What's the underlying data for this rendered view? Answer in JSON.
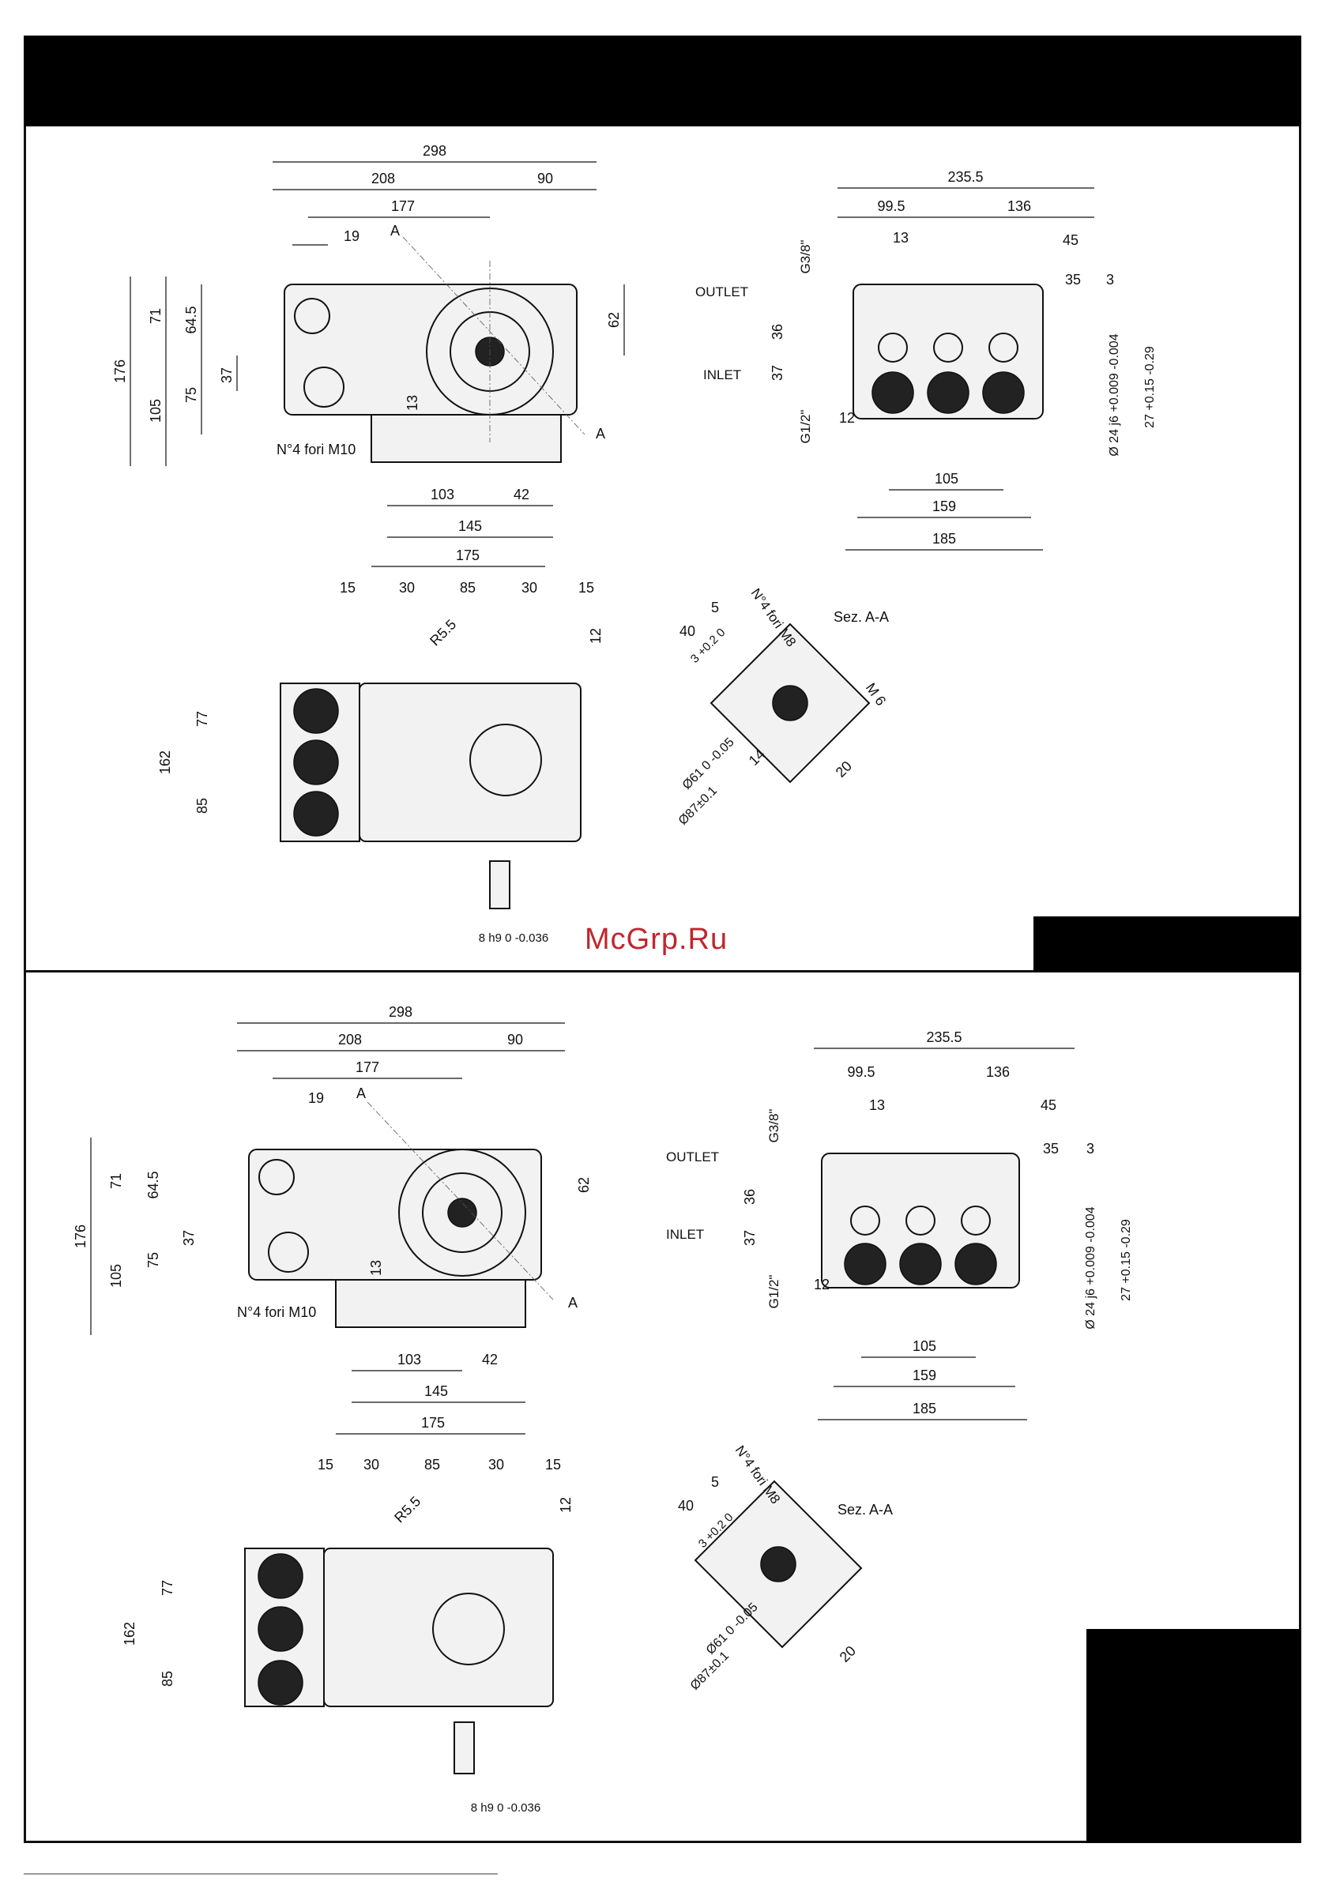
{
  "watermark": "McGrp.Ru",
  "dims": {
    "total_length": "298",
    "len_208": "208",
    "len_90": "90",
    "len_177": "177",
    "len_19": "19",
    "height_176": "176",
    "h_71": "71",
    "h_64_5": "64.5",
    "h_62": "62",
    "h_37": "37",
    "h_105": "105",
    "h_75": "75",
    "h_13": "13",
    "base_103": "103",
    "base_42": "42",
    "base_145": "145",
    "width_235_5": "235.5",
    "w_99_5": "99.5",
    "w_136": "136",
    "w_13": "13",
    "w_45": "45",
    "w_35": "35",
    "w_3": "3",
    "h_36": "36",
    "h_37b": "37",
    "w_12": "12",
    "foot_105": "105",
    "foot_159": "159",
    "foot_185": "185",
    "plan_175": "175",
    "plan_15a": "15",
    "plan_30a": "30",
    "plan_85": "85",
    "plan_30b": "30",
    "plan_15b": "15",
    "plan_12": "12",
    "plan_162": "162",
    "plan_77": "77",
    "plan_85b": "85",
    "radius": "R5.5",
    "sec_40": "40",
    "sec_5": "5",
    "sec_20": "20",
    "sec_14": "14",
    "sec_m6": "M 6"
  },
  "labels": {
    "section_mark": "A",
    "outlet": "OUTLET",
    "inlet": "INLET",
    "g38": "G3/8\"",
    "g12": "G1/2\"",
    "holes_m10": "N°4 fori M10",
    "holes_m8": "N°4 fori M8",
    "section": "Sez. A-A",
    "shaft_d": "Ø 24 j6 +0.009 -0.004",
    "shaft_27": "27 +0.15 -0.29",
    "d61": "Ø61 0 -0.05",
    "d87": "Ø87±0.1",
    "d3": "3 +0.2 0",
    "key8": "8 h9 0 -0.036"
  }
}
